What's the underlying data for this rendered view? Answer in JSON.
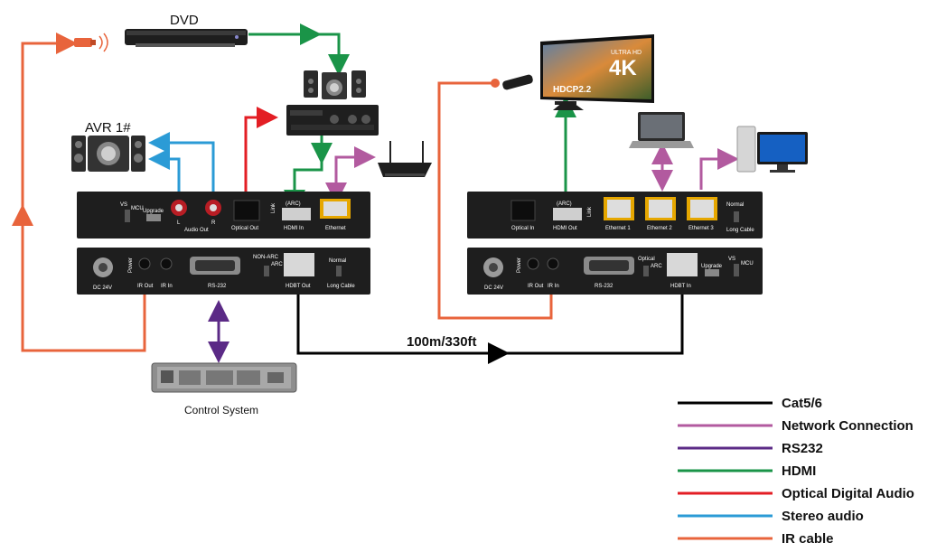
{
  "devices": {
    "dvd": "DVD",
    "avr": "AVR 1#",
    "control_system": "Control System",
    "hdcp": "HDCP2.2",
    "uhd": "ULTRA HD",
    "k4": "4K"
  },
  "cable": {
    "distance": "100m/330ft"
  },
  "tx_top": {
    "vs": "VS",
    "mcu": "MCU",
    "upgrade": "Upgrade",
    "l": "L",
    "r": "R",
    "audio_out": "Audio Out",
    "optical_out": "Optical Out",
    "link": "Link",
    "arc": "(ARC)",
    "hdmi_in": "HDMI In",
    "ethernet": "Ethernet"
  },
  "tx_bottom": {
    "dc": "DC  24V",
    "power": "Power",
    "ir_out": "IR Out",
    "ir_in": "IR In",
    "rs232": "RS-232",
    "non_arc": "NON-ARC",
    "arc": "ARC",
    "hdbt_out": "HDBT Out",
    "normal": "Normal",
    "long_cable": "Long Cable"
  },
  "rx_top": {
    "optical_in": "Optical In",
    "arc": "(ARC)",
    "hdmi_out": "HDMI Out",
    "link": "Link",
    "eth1": "Ethernet 1",
    "eth2": "Ethernet 2",
    "eth3": "Ethernet 3",
    "normal": "Normal",
    "long_cable": "Long Cable"
  },
  "rx_bottom": {
    "dc": "DC  24V",
    "power": "Power",
    "ir_out": "IR Out",
    "ir_in": "IR In",
    "rs232": "RS-232",
    "optical": "Optical",
    "arc": "ARC",
    "hdbt_in": "HDBT In",
    "upgrade": "Upgrade",
    "vs": "VS",
    "mcu": "MCU"
  },
  "legend": [
    {
      "label": "Cat5/6",
      "color": "#000000"
    },
    {
      "label": "Network Connection",
      "color": "#b25a9f"
    },
    {
      "label": "RS232",
      "color": "#5b2a86"
    },
    {
      "label": "HDMI",
      "color": "#1a9448"
    },
    {
      "label": "Optical Digital Audio",
      "color": "#e31e24"
    },
    {
      "label": "Stereo audio",
      "color": "#2b9bd6"
    },
    {
      "label": "IR cable",
      "color": "#e8643c"
    }
  ]
}
